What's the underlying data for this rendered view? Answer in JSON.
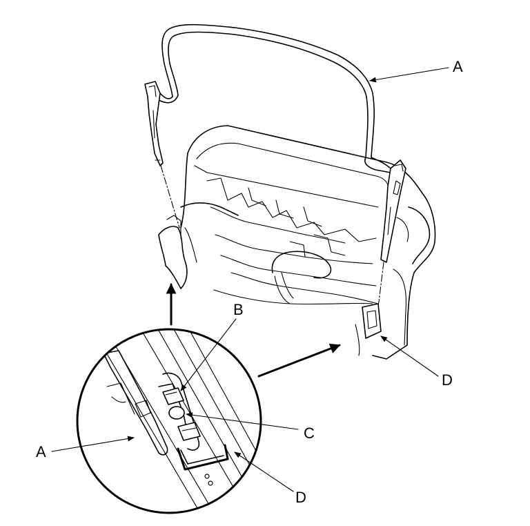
{
  "callouts": {
    "a_top": "A",
    "b": "B",
    "c": "C",
    "d_right": "D",
    "a_detail": "A",
    "d_detail": "D"
  }
}
